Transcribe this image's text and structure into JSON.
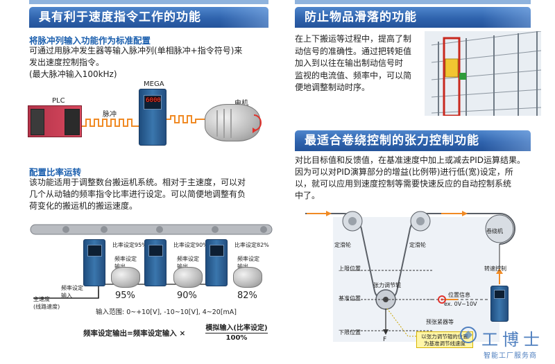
{
  "left": {
    "header": "具有利于速度指令工作的功能",
    "pulse": {
      "subtitle": "将脉冲列输入功能作为标准配置",
      "lines": [
        "可通过用脉冲发生器等输入脉冲列(单相脉冲+指令符号)来",
        "发出速度控制指令。",
        "(最大脉冲输入100kHz)"
      ],
      "plc_label": "PLC",
      "pulse_label": "脉冲",
      "mega_label": "MEGA",
      "motor_label": "电机",
      "display_value": "6000"
    },
    "ratio": {
      "subtitle": "配置比率运转",
      "lines": [
        "该功能适用于调整数台搬运机系统。相对于主速度，可以对",
        "几个从动轴的频率指令比率进行设定。可以简便地调整有负",
        "荷变化的搬运机的搬运速度。"
      ],
      "input_label_1": "频率设定",
      "input_label_2": "输入",
      "main_speed_1": "主速度",
      "main_speed_2": "(线路速度)",
      "units": [
        {
          "set_label": "比率设定95%",
          "out_1": "频率设定",
          "out_2": "输出",
          "percent": "95%"
        },
        {
          "set_label": "比率设定90%",
          "out_1": "频率设定",
          "out_2": "输出",
          "percent": "90%"
        },
        {
          "set_label": "比率设定82%",
          "out_1": "频率设定",
          "out_2": "输出",
          "percent": "82%"
        }
      ],
      "input_range": "输入范围: 0~+10[V], -10~10[V], 4~20[mA]",
      "formula_left": "频率设定输出=频率设定输入 ×",
      "formula_numerator": "模拟输入(比率设定)",
      "formula_denominator": "100%"
    }
  },
  "right": {
    "anti_slip": {
      "header": "防止物品滑落的功能",
      "lines": [
        "在上下搬运等过程中，提高了制",
        "动信号的准确性。通过把转矩值",
        "加入到以往在输出制动信号时",
        "监视的电流值、频率中，可以简",
        "便地调整制动时序。"
      ]
    },
    "tension": {
      "header": "最适合卷绕控制的张力控制功能",
      "lines": [
        "对比目标值和反馈值，在基准速度中加上或减去PID运算结果。",
        "因为可以对PID演算部分的增益(比例带)进行低(宽)设定，所",
        "以，就可以应用到速度控制等需要快速反应的自动控制系统",
        "中了。"
      ],
      "fixed_pulley_1": "定滑轮",
      "fixed_pulley_2": "定滑轮",
      "winder": "卷绕机",
      "speed_control": "转速控制",
      "upper": "上限位置",
      "dancer": "张力调节辊",
      "base": "基准位置",
      "pos_info": "位置信息",
      "pos_range": "ex. 0V~10V",
      "preload": "预张紧器等",
      "lower": "下限位置",
      "force": "F",
      "note_1": "以张力调节辊的位置",
      "note_2": "为基准调节线速度"
    }
  },
  "watermark": {
    "logo": "工博士",
    "sub": "智能工厂服务商"
  },
  "colors": {
    "header_blue": "#2f63ad",
    "subhead_blue": "#1b5fae",
    "orange_signal": "#f08a24"
  }
}
